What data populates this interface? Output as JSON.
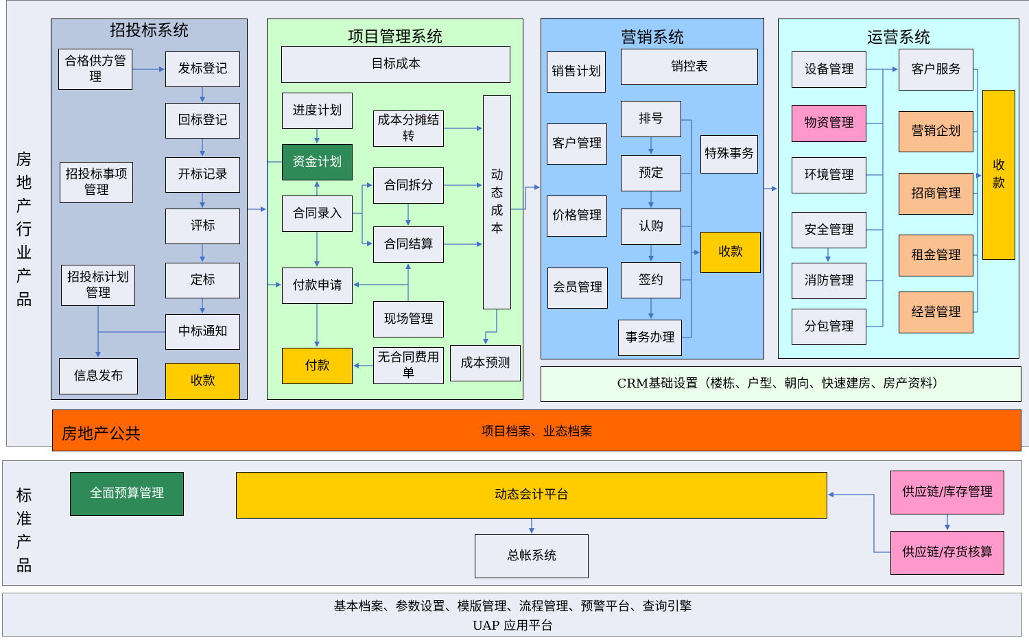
{
  "sidebar": {
    "industry_label": "房地产行业产品",
    "standard_label": "标准产品"
  },
  "bidding": {
    "title": "招投标系统",
    "supplier_mgmt": "合格供方管理",
    "bid_issue": "发标登记",
    "bid_return": "回标登记",
    "bid_open": "开标记录",
    "bid_eval": "评标",
    "bid_decide": "定标",
    "bid_win": "中标通知",
    "bid_items": "招投标事项管理",
    "bid_plan": "招投标计划管理",
    "info_publish": "信息发布",
    "collection": "收款"
  },
  "project": {
    "title": "项目管理系统",
    "target_cost": "目标成本",
    "schedule_plan": "进度计划",
    "fund_plan": "资金计划",
    "cost_allocation": "成本分摊结转",
    "contract_split": "合同拆分",
    "contract_entry": "合同录入",
    "contract_settle": "合同结算",
    "payment_request": "付款申请",
    "site_mgmt": "现场管理",
    "payment": "付款",
    "non_contract_fee": "无合同费用单",
    "dynamic_cost": "动态成本",
    "cost_forecast": "成本预测"
  },
  "marketing": {
    "title": "营销系统",
    "sales_plan": "销售计划",
    "sales_control": "销控表",
    "customer_mgmt": "客户管理",
    "queue": "排号",
    "reserve": "预定",
    "subscribe": "认购",
    "sign": "签约",
    "affairs": "事务办理",
    "special_affairs": "特殊事务",
    "collection": "收款",
    "price_mgmt": "价格管理",
    "member_mgmt": "会员管理"
  },
  "operation": {
    "title": "运营系统",
    "equipment": "设备管理",
    "customer_service": "客户服务",
    "materials": "物资管理",
    "marketing_plan": "营销企划",
    "environment": "环境管理",
    "merchants": "招商管理",
    "safety": "安全管理",
    "rent": "租金管理",
    "fire": "消防管理",
    "operation_mgmt": "经营管理",
    "subcontract": "分包管理",
    "collection": "收款"
  },
  "crm_base": "CRM基础设置（楼栋、户型、朝向、快速建房、房产资料）",
  "public": {
    "label": "房地产公共",
    "content": "项目档案、业态档案"
  },
  "standard": {
    "budget": "全面预算管理",
    "accounting_platform": "动态会计平台",
    "general_ledger": "总帐系统",
    "supply_inventory": "供应链/库存管理",
    "supply_costing": "供应链/存货核算"
  },
  "platform": {
    "line1": "基本档案、参数设置、模版管理、流程管理、预警平台、查询引擎",
    "line2": "UAP 应用平台"
  },
  "colors": {
    "bidding_bg": "#b9c7df",
    "project_bg": "#ccffcc",
    "marketing_bg": "#99ccff",
    "operation_bg": "#ccffff",
    "public_bg": "#ff6600",
    "arrow": "#4472c4"
  }
}
